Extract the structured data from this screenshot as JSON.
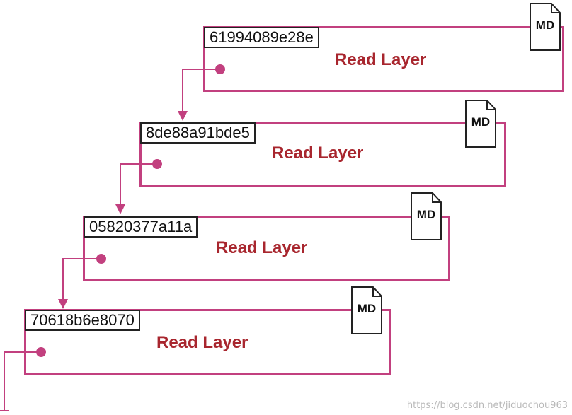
{
  "layers": [
    {
      "id": "61994089e28e",
      "label": "Read Layer",
      "badge": "MD"
    },
    {
      "id": "8de88a91bde5",
      "label": "Read Layer",
      "badge": "MD"
    },
    {
      "id": "05820377a11a",
      "label": "Read Layer",
      "badge": "MD"
    },
    {
      "id": "70618b6e8070",
      "label": "Read Layer",
      "badge": "MD"
    }
  ],
  "watermark": "https://blog.csdn.net/jiduochou963",
  "colors": {
    "border": "#c2407f",
    "label": "#a8262e",
    "text": "#111111"
  }
}
